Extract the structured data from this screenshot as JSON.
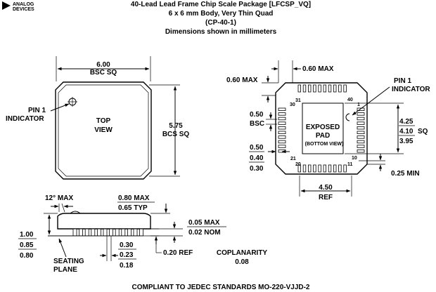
{
  "logo": {
    "line1": "ANALOG",
    "line2": "DEVICES"
  },
  "header": {
    "line1": "40-Lead Lead Frame Chip Scale Package [LFCSP_VQ]",
    "line2": "6 x 6 mm Body, Very Thin Quad",
    "line3": "(CP-40-1)",
    "line4": "Dimensions shown in millimeters"
  },
  "top_view": {
    "width_value": "6.00",
    "width_note": "BSC SQ",
    "pin1_line1": "PIN 1",
    "pin1_line2": "INDICATOR",
    "title_line1": "TOP",
    "title_line2": "VIEW",
    "inner_value": "5.75",
    "inner_note": "BCS SQ"
  },
  "bottom_view": {
    "max_top": "0.60 MAX",
    "max_left": "0.60 MAX",
    "pin1_line1": "PIN 1",
    "pin1_line2": "INDICATOR",
    "pitch_value": "0.50",
    "pitch_note": "BSC",
    "lead_len_max": "0.50",
    "lead_len_nom": "0.40",
    "lead_len_min": "0.30",
    "pin_31": "31",
    "pin_40": "40",
    "pin_1": "1",
    "pin_10": "10",
    "pin_11": "11",
    "pin_20": "20",
    "pin_21": "21",
    "pin_30": "30",
    "pad_line1": "EXPOSED",
    "pad_line2": "PAD",
    "pad_line3": "(BOTTOM VIEW)",
    "pad_max": "4.25",
    "pad_nom": "4.10",
    "pad_nom_suffix": "SQ",
    "pad_min": "3.95",
    "edge_min": "0.25 MIN",
    "ref_value": "4.50",
    "ref_note": "REF"
  },
  "side_view": {
    "angle": "12° MAX",
    "height_max": "0.80 MAX",
    "height_typ": "0.65 TYP",
    "total_max": "1.00",
    "total_nom": "0.85",
    "total_min": "0.80",
    "standoff_max": "0.05 MAX",
    "standoff_nom": "0.02 NOM",
    "lead_w_max": "0.30",
    "lead_w_nom": "0.23",
    "lead_w_min": "0.18",
    "frame_ref": "0.20 REF",
    "seating_line1": "SEATING",
    "seating_line2": "PLANE",
    "coplanarity_label": "COPLANARITY",
    "coplanarity_value": "0.08"
  },
  "footer": "COMPLIANT TO JEDEC STANDARDS MO-220-VJJD-2"
}
